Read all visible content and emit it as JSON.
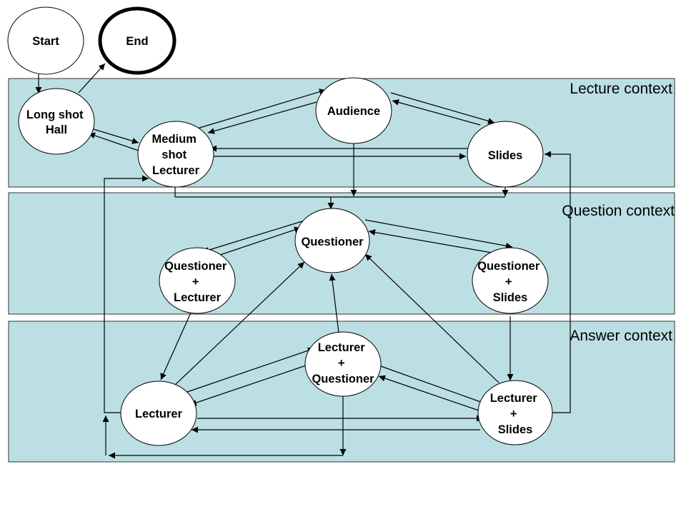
{
  "contexts": {
    "lecture": "Lecture context",
    "question": "Question context",
    "answer": "Answer context"
  },
  "nodes": {
    "start": [
      "Start"
    ],
    "end": [
      "End"
    ],
    "long_shot_hall": [
      "Long shot",
      "Hall"
    ],
    "audience": [
      "Audience"
    ],
    "medium_shot_lecturer": [
      "Medium",
      "shot",
      "Lecturer"
    ],
    "slides": [
      "Slides"
    ],
    "questioner": [
      "Questioner"
    ],
    "questioner_lecturer": [
      "Questioner",
      "+",
      "Lecturer"
    ],
    "questioner_slides": [
      "Questioner",
      "+",
      "Slides"
    ],
    "lecturer_questioner": [
      "Lecturer",
      "+",
      "Questioner"
    ],
    "lecturer": [
      "Lecturer"
    ],
    "lecturer_slides": [
      "Lecturer",
      "+",
      "Slides"
    ]
  },
  "colors": {
    "panel_fill": "#bcdfe3",
    "node_fill": "#ffffff",
    "stroke": "#000000"
  }
}
